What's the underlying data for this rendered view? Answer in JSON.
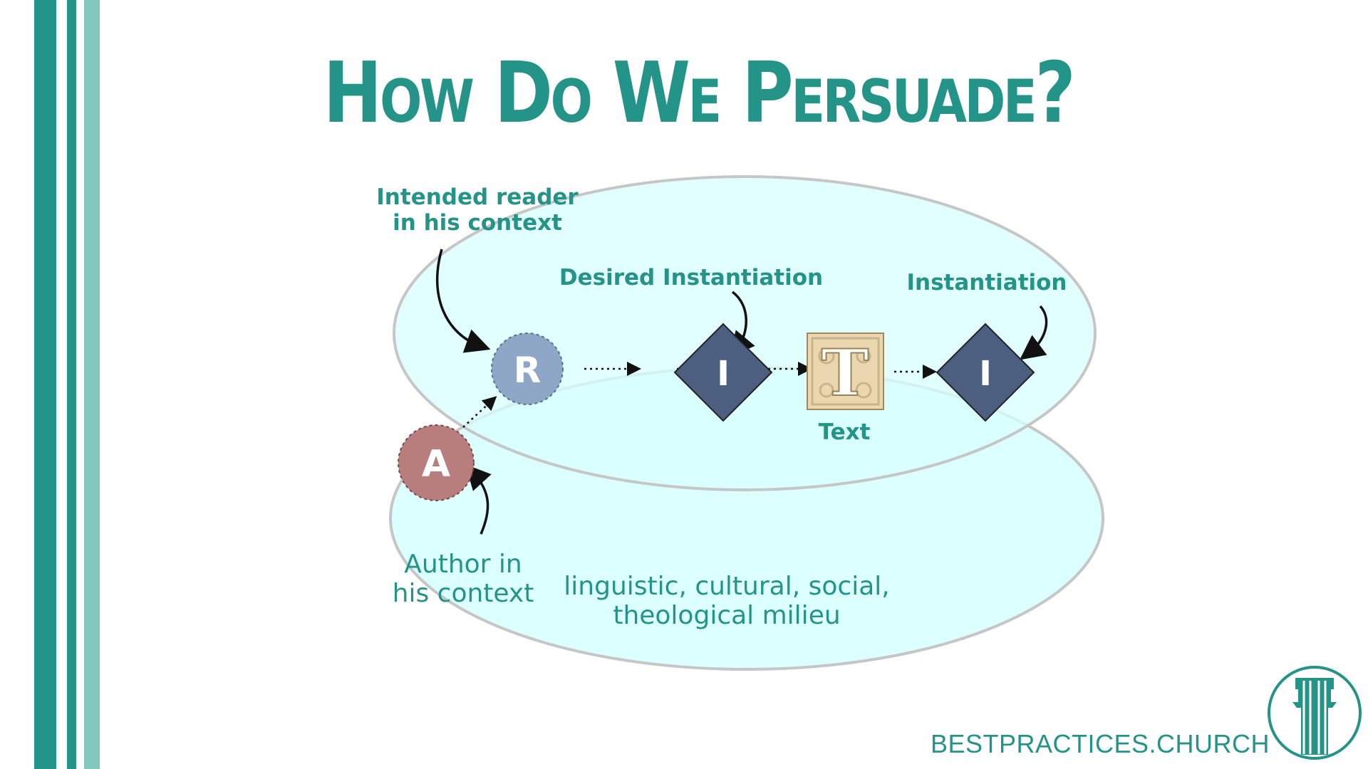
{
  "title": "How Do We Persuade?",
  "diagram": {
    "labels": {
      "intended_reader": "Intended reader\nin his context",
      "desired_instantiation": "Desired Instantiation",
      "instantiation": "Instantiation",
      "text": "Text",
      "author": "Author in\nhis context",
      "milieu": "linguistic, cultural, social,\ntheological milieu"
    },
    "nodes": {
      "reader": "R",
      "author": "A",
      "desired_instance": "I",
      "instance": "I",
      "text_letter": "T"
    }
  },
  "brand": {
    "name": "BESTPRACTICES.CHURCH"
  },
  "colors": {
    "accent": "#239487",
    "accent_light": "#81c7bd",
    "ellipse_fill": "#d8ffff",
    "reader_node": "#8ea7c6",
    "author_node": "#b87d7d",
    "diamond": "#4c5f80",
    "text_tile": "#ead7b0"
  },
  "icons": {
    "logo": "church-tower-icon"
  }
}
